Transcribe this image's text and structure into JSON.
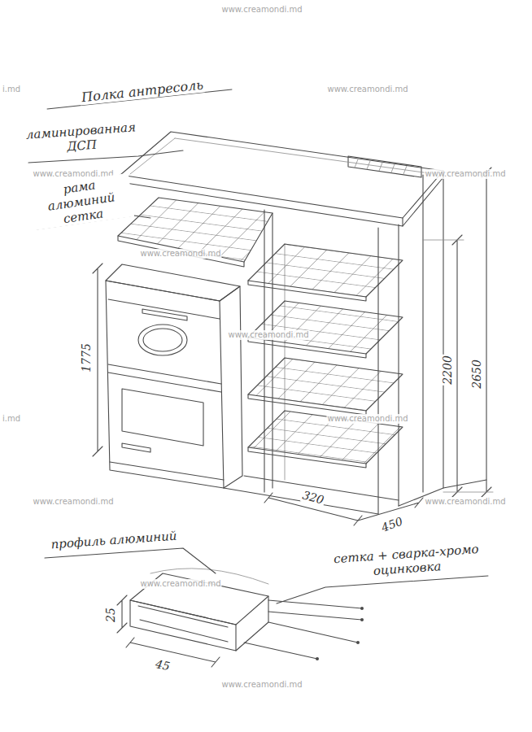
{
  "diagram": {
    "labels": [
      "www.creamondi.md",
      "i.md",
      "www.creamondi.md",
      "Полка антресоль",
      "ламинированная ДСП",
      "www.creamondi.md",
      "www.creamondi.md",
      "рама алюминий сетка",
      "www.creamondi.md",
      "1775",
      "www.creamondi.md",
      "2200",
      "2650",
      "i.md",
      "www.creamondi.md",
      "www.creamondi.md",
      "www.creamondi.md",
      "320",
      "450",
      "профиль алюминий",
      "сетка + сварка-хромо оцинковка",
      "www.creamondi.md",
      "25",
      "45",
      "www.creamondi.md"
    ]
  }
}
